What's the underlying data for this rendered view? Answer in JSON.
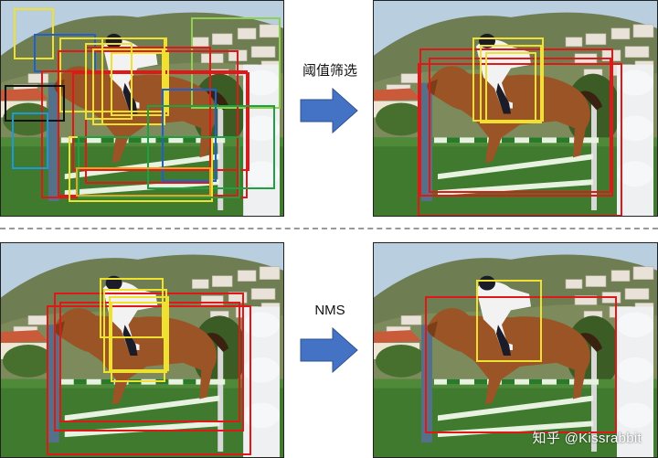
{
  "steps": {
    "top_label": "阈值筛选",
    "bottom_label": "NMS"
  },
  "watermark": "知乎 @Kissrabbit",
  "colors": {
    "arrow_fill": "#4472c4",
    "arrow_stroke": "#2f528f",
    "sky": "#b9cfe0",
    "hill": "#6f7d52",
    "grass": "#3f7a2e",
    "horse": "#9a5426",
    "divider": "#999999"
  },
  "panels": [
    {
      "id": "tl",
      "boxes": [
        {
          "c": "#f0e030"
        },
        {
          "c": "#1f5fd0"
        },
        {
          "c": "#f0e030"
        },
        {
          "c": "#90d050"
        },
        {
          "c": "#e01818"
        },
        {
          "c": "#e01818"
        },
        {
          "c": "#e01818"
        },
        {
          "c": "#e01818"
        },
        {
          "c": "#f0e030"
        },
        {
          "c": "#f0e030"
        },
        {
          "c": "#f0e030"
        },
        {
          "c": "#f0e030"
        },
        {
          "c": "#111111"
        },
        {
          "c": "#1a9ad8"
        },
        {
          "c": "#1f5fd0"
        },
        {
          "c": "#20a040"
        },
        {
          "c": "#f0e030"
        },
        {
          "c": "#20a040"
        },
        {
          "c": "#f0a020"
        }
      ]
    },
    {
      "id": "tr",
      "boxes": [
        {
          "c": "#e01818"
        },
        {
          "c": "#e01818"
        },
        {
          "c": "#e01818"
        },
        {
          "c": "#f0e030"
        },
        {
          "c": "#f0e030"
        },
        {
          "c": "#f0e030"
        }
      ]
    },
    {
      "id": "bl",
      "boxes": [
        {
          "c": "#e01818"
        },
        {
          "c": "#e01818"
        },
        {
          "c": "#e01818"
        },
        {
          "c": "#f0e030"
        },
        {
          "c": "#f0e030"
        },
        {
          "c": "#f0e030"
        },
        {
          "c": "#f0e030"
        }
      ]
    },
    {
      "id": "br",
      "boxes": [
        {
          "c": "#e01818"
        },
        {
          "c": "#f0e030"
        }
      ]
    }
  ]
}
